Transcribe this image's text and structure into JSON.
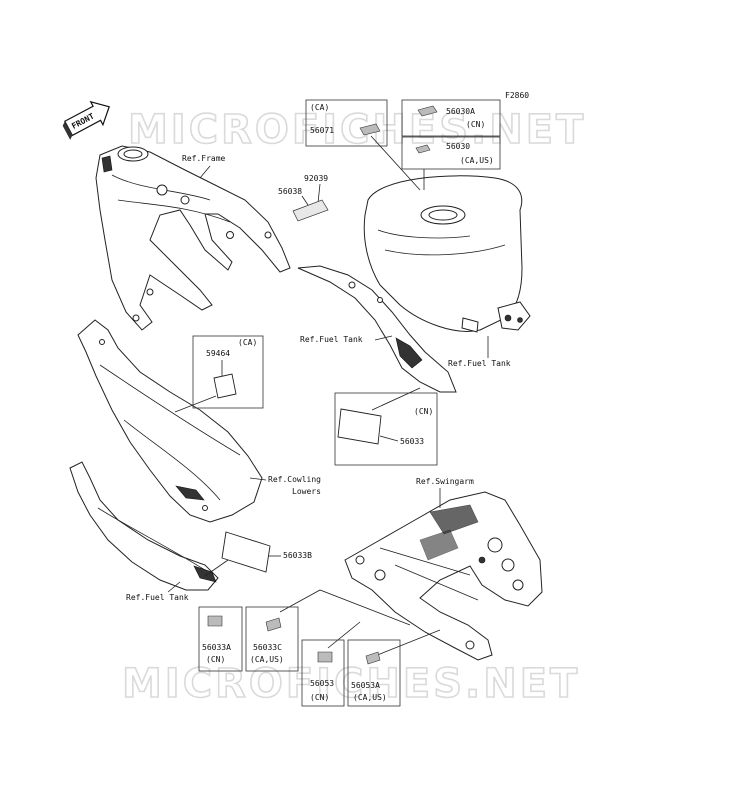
{
  "diagram_code": "F2860",
  "watermark": "MICROFICHES.NET",
  "front_arrow": "FRONT",
  "labels": {
    "ref_frame": "Ref.Frame",
    "ref_fuel_tank_1": "Ref.Fuel Tank",
    "ref_fuel_tank_2": "Ref.Fuel Tank",
    "ref_fuel_tank_3": "Ref.Fuel Tank",
    "ref_cowling_1": "Ref.Cowling",
    "ref_cowling_2": "Lowers",
    "ref_swingarm": "Ref.Swingarm"
  },
  "parts": {
    "p92039": "92039",
    "p56038": "56038",
    "p56071_region": "(CA)",
    "p56071": "56071",
    "p56030A": "56030A",
    "p56030A_region": "(CN)",
    "p56030": "56030",
    "p56030_region": "(CA,US)",
    "p59464": "59464",
    "p59464_region": "(CA)",
    "p56033_region": "(CN)",
    "p56033": "56033",
    "p56033B": "56033B",
    "p56033A": "56033A",
    "p56033A_region": "(CN)",
    "p56033C": "56033C",
    "p56033C_region": "(CA,US)",
    "p56053": "56053",
    "p56053_region": "(CN)",
    "p56053A": "56053A",
    "p56053A_region": "(CA,US)"
  }
}
